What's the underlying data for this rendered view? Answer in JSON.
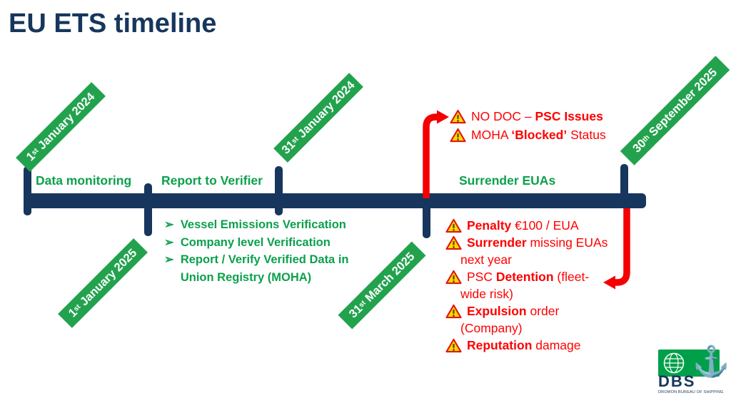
{
  "title": "EU ETS timeline",
  "colors": {
    "navy": "#17365D",
    "green_banner": "#23A24E",
    "green_text": "#0CA04C",
    "red": "#FF0000",
    "warning_yellow": "#FFD800",
    "logo_green": "#00A04A"
  },
  "dates": [
    {
      "num": "1",
      "sup": "st",
      "rest": " January 2024"
    },
    {
      "num": "31",
      "sup": "st",
      "rest": " January 2024"
    },
    {
      "num": "30",
      "sup": "th",
      "rest": " September 2025"
    },
    {
      "num": "1",
      "sup": "st",
      "rest": " January 2025"
    },
    {
      "num": "31",
      "sup": "st",
      "rest": " March 2025"
    }
  ],
  "phases": [
    {
      "label": "Data monitoring"
    },
    {
      "label": "Report to Verifier"
    },
    {
      "label": "Surrender EUAs"
    }
  ],
  "verifier_tasks": {
    "bullet": "➢",
    "items": [
      "Vessel Emissions Verification",
      "Company level Verification",
      "Report / Verify Verified Data in Union Registry (MOHA)"
    ]
  },
  "doc_warnings": {
    "lines": [
      {
        "pre": "NO DOC – ",
        "bold": "PSC Issues",
        "post": ""
      },
      {
        "pre": "MOHA ",
        "bold": "‘Blocked’",
        "post": " Status"
      }
    ]
  },
  "penalty_warnings": {
    "lines": [
      {
        "pre": "",
        "bold": "Penalty",
        "post": " €100 / EUA"
      },
      {
        "pre": "",
        "bold": "Surrender",
        "post": " missing EUAs"
      },
      {
        "pre": "next year",
        "bold": "",
        "post": ""
      },
      {
        "pre": "PSC ",
        "bold": "Detention",
        "post": " (fleet-"
      },
      {
        "pre": "wide risk)",
        "bold": "",
        "post": ""
      },
      {
        "pre": "",
        "bold": "Expulsion",
        "post": " order"
      },
      {
        "pre": "(Company)",
        "bold": "",
        "post": ""
      },
      {
        "pre": "",
        "bold": "Reputation",
        "post": " damage"
      }
    ]
  },
  "logo": {
    "name": "DBS",
    "caption": "DROMON BUREAU OF SHIPPING",
    "anchor_glyph": "⚓"
  }
}
